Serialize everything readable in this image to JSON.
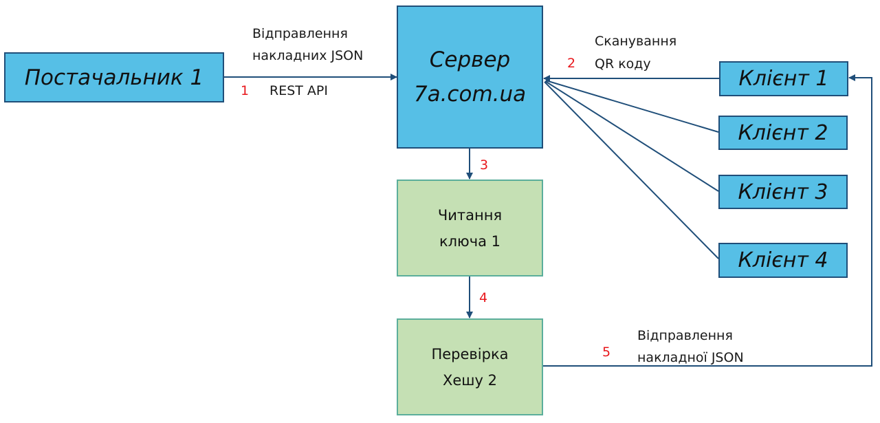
{
  "diagram": {
    "colors": {
      "blue_fill": "#56BFE6",
      "blue_border": "#1F4E79",
      "green_fill": "#C5E0B4",
      "green_border": "#5BAE9B",
      "arrow": "#1F4E79",
      "step_number": "#E8171C"
    },
    "nodes": {
      "supplier": "Постачальник 1",
      "server_line1": "Сервер",
      "server_line2": "7a.com.ua",
      "client1": "Клієнт 1",
      "client2": "Клієнт 2",
      "client3": "Клієнт 3",
      "client4": "Клієнт 4",
      "read_key_line1": "Читання",
      "read_key_line2": "ключа 1",
      "check_hash_line1": "Перевірка",
      "check_hash_line2": "Хешу 2"
    },
    "edges": {
      "step1": {
        "number": "1",
        "label_line1": "Відправлення",
        "label_line2": "накладних JSON",
        "label_line3": "REST API"
      },
      "step2": {
        "number": "2",
        "label_line1": "Сканування",
        "label_line2": "QR коду"
      },
      "step3": {
        "number": "3"
      },
      "step4": {
        "number": "4"
      },
      "step5": {
        "number": "5",
        "label_line1": "Відправлення",
        "label_line2": "накладної JSON"
      }
    }
  }
}
